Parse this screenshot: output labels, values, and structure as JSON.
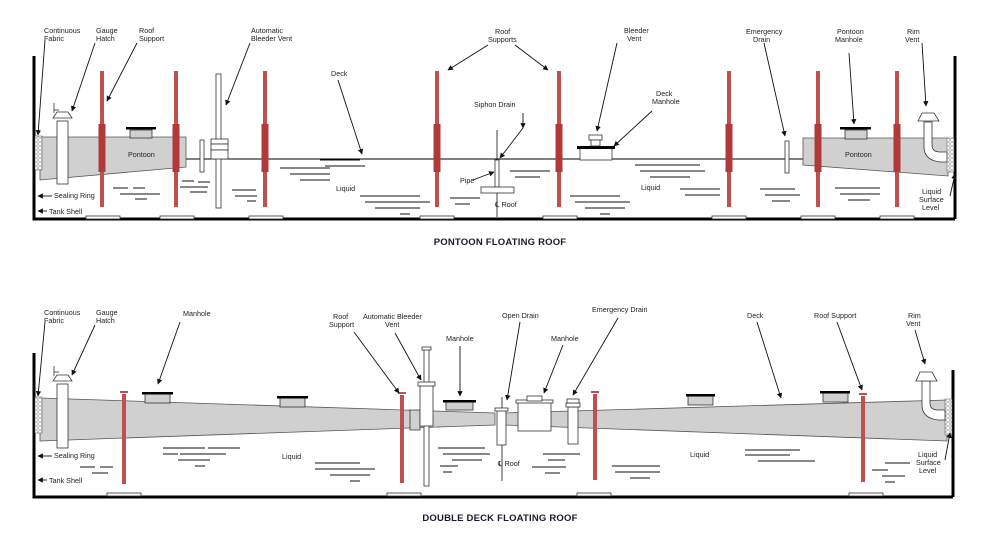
{
  "diagrams": [
    {
      "title": "PONTOON FLOATING ROOF",
      "labels": {
        "continuous_fabric": [
          "Continuous",
          "Fabric"
        ],
        "gauge_hatch": [
          "Gauge",
          "Hatch"
        ],
        "roof_support": [
          "Roof",
          "Support"
        ],
        "automatic_bleeder_vent": [
          "Automatic",
          "Bleeder Vent"
        ],
        "deck": "Deck",
        "roof_supports": [
          "Roof",
          "Supports"
        ],
        "siphon_drain": "Siphon Drain",
        "pipe": "Pipe",
        "center_roof": "℄ Roof",
        "bleeder_vent": [
          "Bleeder",
          "Vent"
        ],
        "deck_manhole": [
          "Deck",
          "Manhole"
        ],
        "emergency_drain": [
          "Emergency",
          "Drain"
        ],
        "pontoon_manhole": [
          "Pontoon",
          "Manhole"
        ],
        "rim_vent": [
          "Rim",
          "Vent"
        ],
        "pontoon_left": "Pontoon",
        "pontoon_right": "Pontoon",
        "liquid_1": "Liquid",
        "liquid_2": "Liquid",
        "sealing_ring": "Sealing Ring",
        "tank_shell": "Tank Shell",
        "liquid_surface_level": [
          "Liquid",
          "Surface",
          "Level"
        ]
      }
    },
    {
      "title": "DOUBLE DECK FLOATING ROOF",
      "labels": {
        "continuous_fabric": [
          "Continuous",
          "Fabric"
        ],
        "gauge_hatch": [
          "Gauge",
          "Hatch"
        ],
        "manhole_left": "Manhole",
        "roof_support_left": [
          "Roof",
          "Support"
        ],
        "automatic_bleeder_vent": [
          "Automatic Bleeder",
          "Vent"
        ],
        "manhole_center": "Manhole",
        "open_drain": "Open Drain",
        "manhole_right": "Manhole",
        "emergency_drain": "Emergency Drain",
        "deck": "Deck",
        "roof_support_right": "Roof Support",
        "rim_vent": [
          "Rim",
          "Vent"
        ],
        "center_roof": "℄ Roof",
        "liquid_1": "Liquid",
        "liquid_2": "Liquid",
        "sealing_ring": "Sealing Ring",
        "tank_shell": "Tank Shell",
        "liquid_surface_level": [
          "Liquid",
          "Surface",
          "Level"
        ]
      }
    }
  ]
}
